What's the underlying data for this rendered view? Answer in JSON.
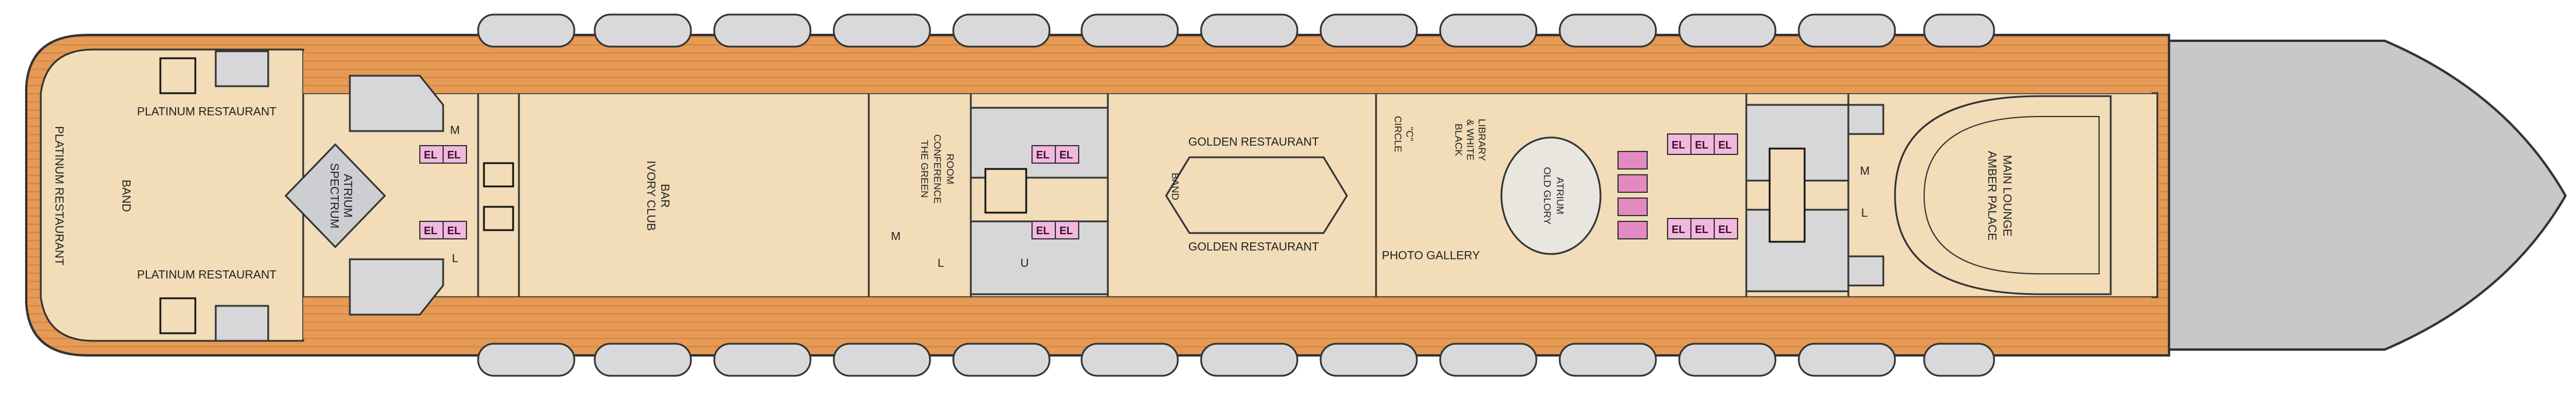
{
  "map": {
    "colors": {
      "deck_wood": "#E59A55",
      "deck_wood_dark": "#C9783A",
      "interior": "#F2DDB8",
      "service": "#D7D7DA",
      "lifeboat": "#D9D9DB",
      "elevator": "#F2B8DD",
      "bow": "#C8C8CA",
      "hull_line": "#333333"
    },
    "areas": {
      "platinum_restaurant_top": "PLATINUM RESTAURANT",
      "platinum_restaurant_bottom": "PLATINUM RESTAURANT",
      "platinum_restaurant_side": "PLATINUM RESTAURANT",
      "band_left": "BAND",
      "spectrum_atrium": "SPECTRUM\nATRIUM",
      "ivory_club_bar": "IVORY CLUB\nBAR",
      "green_conference_room": "THE GREEN\nCONFERENCE\nROOM",
      "golden_restaurant_top": "GOLDEN RESTAURANT",
      "golden_restaurant_bottom": "GOLDEN RESTAURANT",
      "band_golden": "BAND",
      "circle_c": "CIRCLE\n\"C\"",
      "black_white_library": "BLACK\n& WHITE\nLIBRARY",
      "photo_gallery": "PHOTO GALLERY",
      "old_glory_atrium": "OLD GLORY\nATRIUM",
      "amber_palace": "AMBER PALACE\nMAIN LOUNGE"
    },
    "markers": {
      "elevator": "EL",
      "men": "M",
      "ladies": "L",
      "unisex": "U"
    }
  }
}
